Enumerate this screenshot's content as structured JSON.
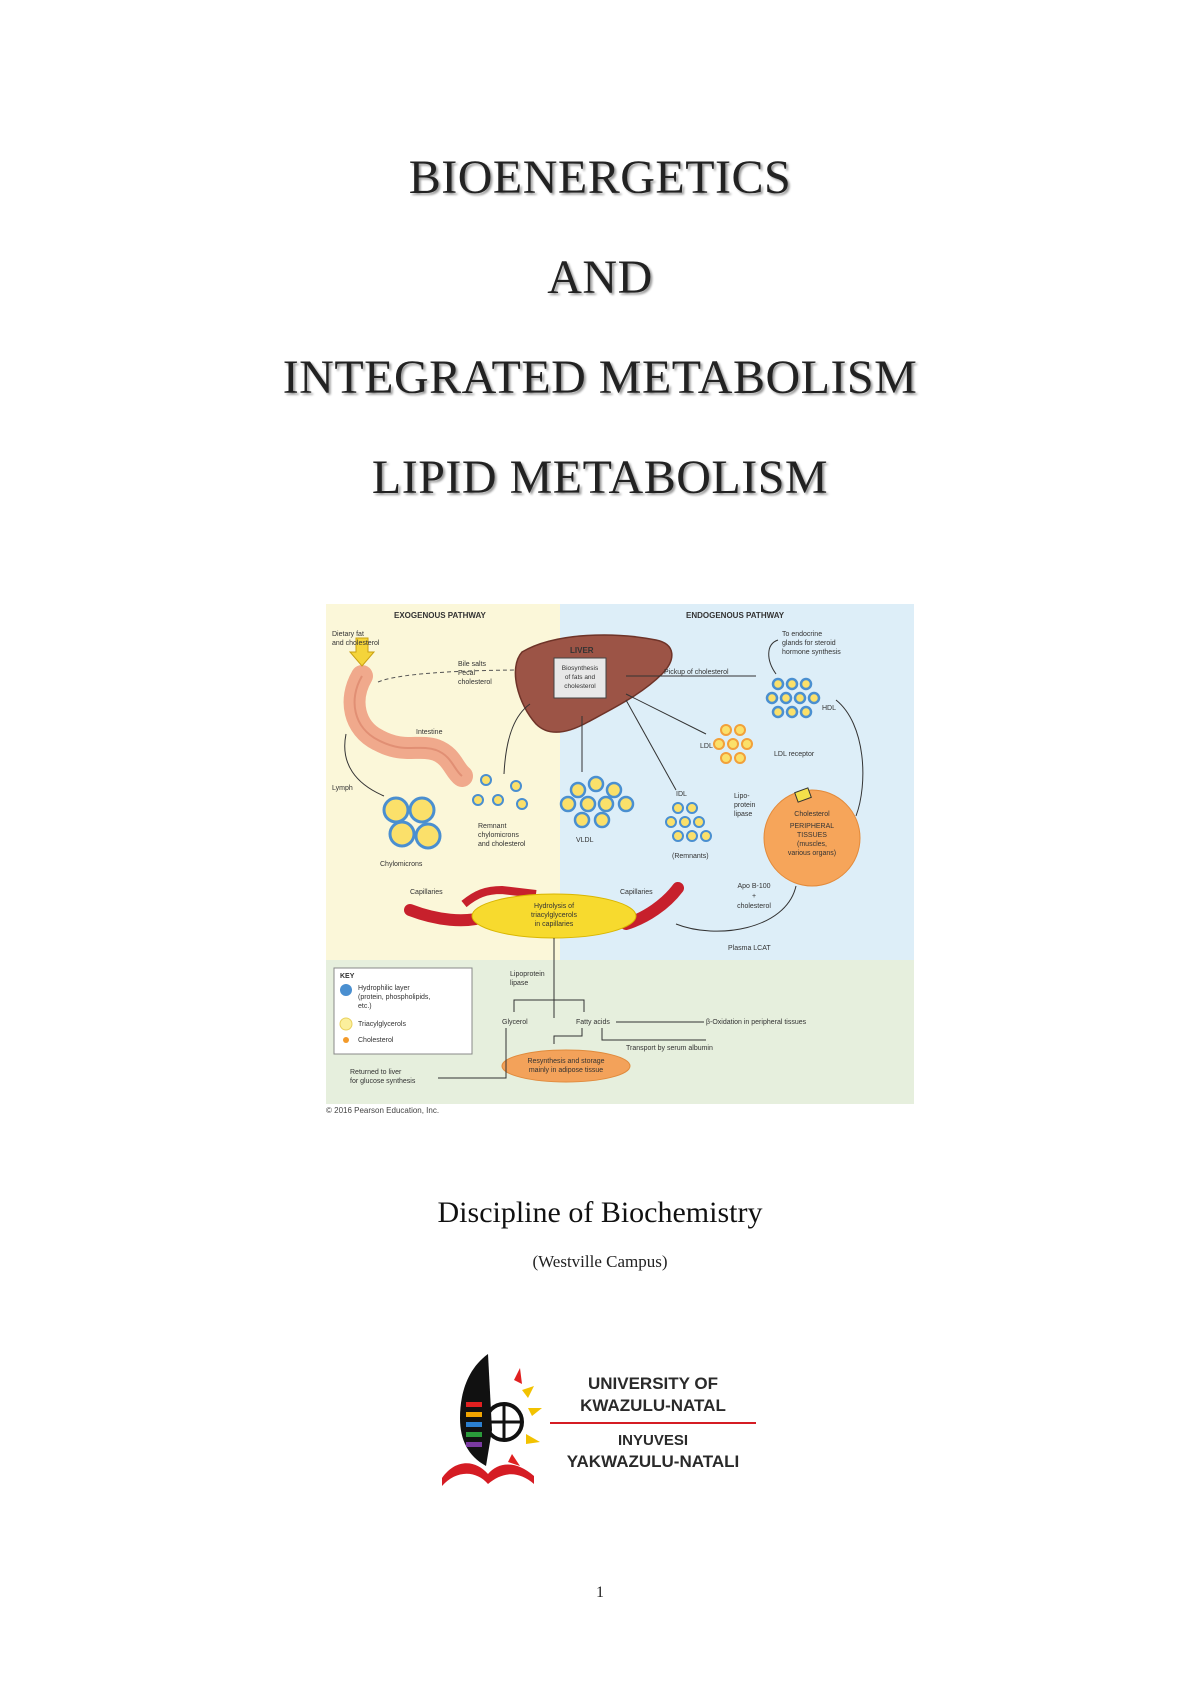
{
  "title": {
    "line1": "BIOENERGETICS",
    "line2": "AND",
    "line3": "INTEGRATED METABOLISM",
    "line4": "LIPID METABOLISM"
  },
  "figure": {
    "exogenous_header": "EXOGENOUS PATHWAY",
    "endogenous_header": "ENDOGENOUS PATHWAY",
    "liver": "LIVER",
    "labels": {
      "dietary_fat": [
        "Dietary fat",
        "and cholesterol"
      ],
      "bile": [
        "Bile salts",
        "Fecal",
        "cholesterol"
      ],
      "biosynthesis": [
        "Biosynthesis",
        "of fats and",
        "cholesterol"
      ],
      "endocrine": [
        "To endocrine",
        "glands for steroid",
        "hormone synthesis"
      ],
      "pickup": "Pickup of cholesterol",
      "intestine": "Intestine",
      "lymph": "Lymph",
      "hdl": "HDL",
      "ldl": "LDL",
      "ldl_receptor": "LDL receptor",
      "idl": "IDL",
      "lipoprotein_lipase": [
        "Lipo-",
        "protein",
        "lipase"
      ],
      "remnant": [
        "Remnant",
        "chylomicrons",
        "and cholesterol"
      ],
      "vldl": "VLDL",
      "remnants": "(Remnants)",
      "chylomicrons": "Chylomicrons",
      "capillaries": "Capillaries",
      "hydrolysis": [
        "Hydrolysis of",
        "triacylglycerols",
        "in capillaries"
      ],
      "peripheral": [
        "Cholesterol",
        "PERIPHERAL",
        "TISSUES",
        "(muscles,",
        "various organs)"
      ],
      "apo": [
        "Apo B-100",
        "+",
        "cholesterol"
      ],
      "plasma_lcat": "Plasma LCAT",
      "lipoprotein_lipase2": [
        "Lipoprotein",
        "lipase"
      ],
      "glycerol": "Glycerol",
      "fatty_acids": "Fatty acids",
      "oxidation": "β-Oxidation in peripheral tissues",
      "transport": "Transport by serum albumin",
      "returned": [
        "Returned to liver",
        "for glucose synthesis"
      ],
      "resynthesis": [
        "Resynthesis and storage",
        "mainly in adipose tissue"
      ]
    },
    "key": {
      "title": "KEY",
      "hydrophilic": [
        "Hydrophilic layer",
        "(protein, phospholipids,",
        "etc.)"
      ],
      "triacyl": "Triacylglycerols",
      "cholesterol": "Cholesterol"
    },
    "credit": "© 2016 Pearson Education, Inc."
  },
  "discipline": "Discipline of Biochemistry",
  "campus": "(Westville Campus)",
  "logo": {
    "line1": "UNIVERSITY OF",
    "line2": "KWAZULU-NATAL",
    "line3": "INYUVESI",
    "line4": "YAKWAZULU-NATALI"
  },
  "page_number": "1"
}
